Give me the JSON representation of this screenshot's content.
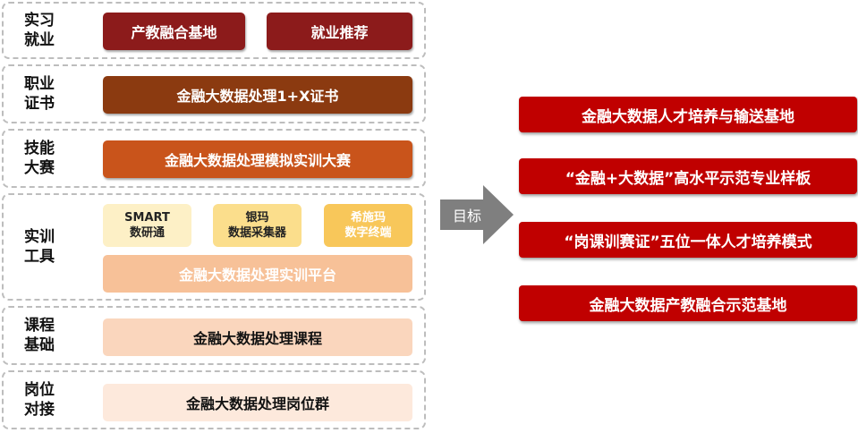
{
  "tiers": [
    {
      "label": "实习\n就业",
      "boxes": [
        "产教融合基地",
        "就业推荐"
      ]
    },
    {
      "label": "职业\n证书",
      "boxes": [
        "金融大数据处理1+X证书"
      ]
    },
    {
      "label": "技能\n大赛",
      "boxes": [
        "金融大数据处理模拟实训大赛"
      ]
    },
    {
      "label": "实训\n工具",
      "tools": [
        "SMART\n数研通",
        "银玛\n数据采集器",
        "希施玛\n数字终端"
      ],
      "platform": "金融大数据处理实训平台"
    },
    {
      "label": "课程\n基础",
      "boxes": [
        "金融大数据处理课程"
      ]
    },
    {
      "label": "岗位\n对接",
      "boxes": [
        "金融大数据处理岗位群"
      ]
    }
  ],
  "arrow_label": "目标",
  "goals": [
    "金融大数据人才培养与输送基地",
    "“金融+大数据”高水平示范专业样板",
    "“岗课训赛证”五位一体人才培养模式",
    "金融大数据产教融合示范基地"
  ],
  "colors": {
    "dark_red": "#8c1b1b",
    "brown": "#8b3a10",
    "orange": "#c9541b",
    "goal_red": "#c00000",
    "arrow_gray": "#7f7f7f"
  }
}
